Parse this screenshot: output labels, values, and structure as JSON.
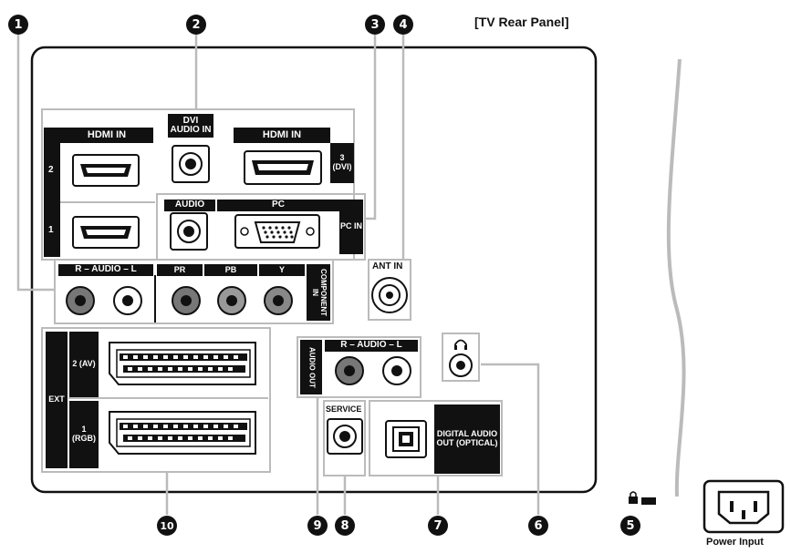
{
  "panel_title": "[TV Rear Panel]",
  "callouts": [
    "1",
    "2",
    "3",
    "4",
    "5",
    "6",
    "7",
    "8",
    "9",
    "10"
  ],
  "labels": {
    "hdmi_in_top_left": "HDMI IN",
    "hdmi_in_right": "HDMI IN",
    "dvi_audio_in": "DVI AUDIO IN",
    "hdmi_port_2": "2",
    "hdmi_port_1": "1",
    "hdmi_port_3": "3 (DVI)",
    "audio": "AUDIO",
    "pc": "PC",
    "pc_in": "PC IN",
    "ant_in": "ANT IN",
    "component_audio": "R – AUDIO – L",
    "pr": "PR",
    "pb": "PB",
    "y": "Y",
    "component_in": "COMPONENT IN",
    "ext": "EXT",
    "ext2": "2 (AV)",
    "ext1": "1 (RGB)",
    "audio_out": "AUDIO OUT",
    "audio_out_lr": "R – AUDIO – L",
    "service": "SERVICE",
    "digital_audio_out": "DIGITAL AUDIO OUT (OPTICAL)",
    "power_input": "Power Input"
  },
  "icons": {
    "headphone": "headphone-icon",
    "kensington": "kensington-lock-icon"
  }
}
